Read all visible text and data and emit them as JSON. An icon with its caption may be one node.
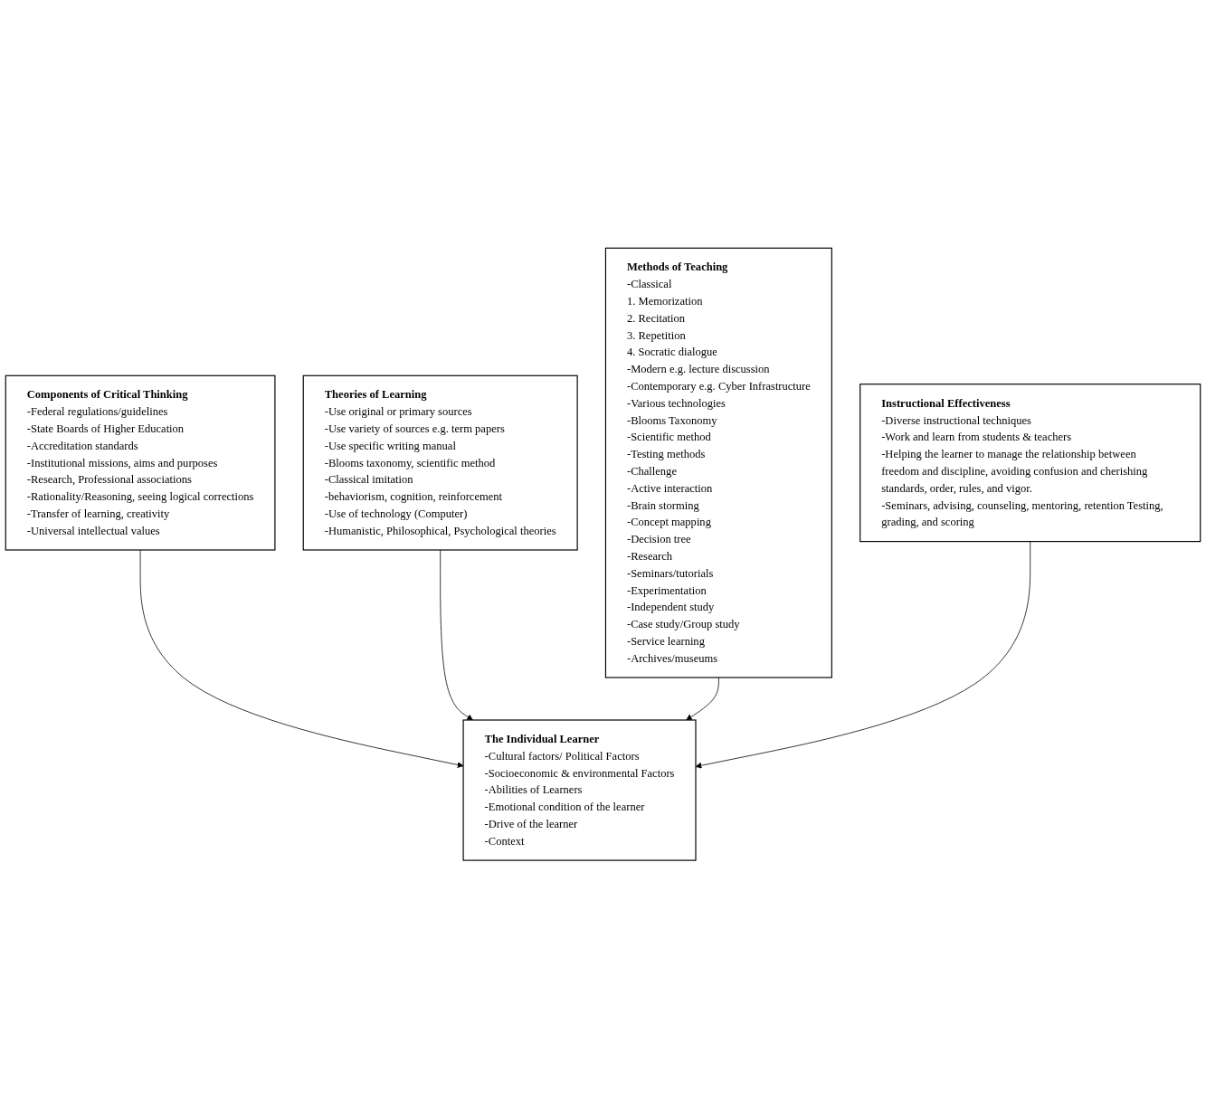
{
  "diagram": {
    "nodes": [
      {
        "text": [
          "Components of Critical Thinking",
          "-Federal regulations/guidelines",
          "-State Boards of Higher Education",
          "-Accreditation standards",
          "-Institutional missions, aims and purposes",
          "-Research, Professional associations",
          "-Rationality/Reasoning, seeing logical corrections",
          "-Transfer of learning, creativity",
          "-Universal intellectual values"
        ]
      },
      {
        "text": [
          "Theories of Learning",
          "-Use original or primary sources",
          "-Use variety of sources e.g. term papers",
          "-Use specific writing manual",
          "-Blooms taxonomy, scientific method",
          "-Classical imitation",
          "-behaviorism, cognition, reinforcement",
          "-Use of technology (Computer)",
          "-Humanistic, Philosophical, Psychological theories"
        ]
      },
      {
        "text": [
          "Methods of Teaching",
          "-Classical",
          "1. Memorization",
          "2. Recitation",
          "3. Repetition",
          "4. Socratic dialogue",
          "-Modern e.g. lecture discussion",
          "-Contemporary e.g. Cyber Infrastructure",
          "-Various technologies",
          "-Blooms Taxonomy",
          "-Scientific method",
          "-Testing methods",
          "-Challenge",
          "-Active interaction",
          "-Brain storming",
          "-Concept mapping",
          "-Decision tree",
          "-Research",
          "-Seminars/tutorials",
          "-Experimentation",
          "-Independent study",
          "-Case study/Group study",
          "-Service learning",
          "-Archives/museums"
        ]
      },
      {
        "text": [
          "The Individual Learner",
          "-Cultural factors/ Political Factors",
          "-Socioeconomic & environmental Factors",
          "-Abilities of Learners",
          "-Emotional condition of the learner",
          "-Drive of the learner",
          "-Context"
        ]
      },
      {
        "text": [
          "Instructional Effectiveness",
          "-Diverse instructional techniques",
          "-Work and learn from students & teachers",
          "-Helping the learner to manage the relationship between freedom and discipline, avoiding confusion and cherishing standards, order, rules, and vigor.",
          "-Seminars, advising, counseling, mentoring, retention Testing, grading, and scoring"
        ]
      }
    ],
    "edges": [
      {
        "from": 0,
        "to": 3,
        "arrow": "to"
      },
      {
        "from": 1,
        "to": 3,
        "arrow": "to"
      },
      {
        "from": 2,
        "to": 3,
        "arrow": "to"
      },
      {
        "from": 4,
        "to": 3,
        "arrow": "to"
      }
    ]
  }
}
